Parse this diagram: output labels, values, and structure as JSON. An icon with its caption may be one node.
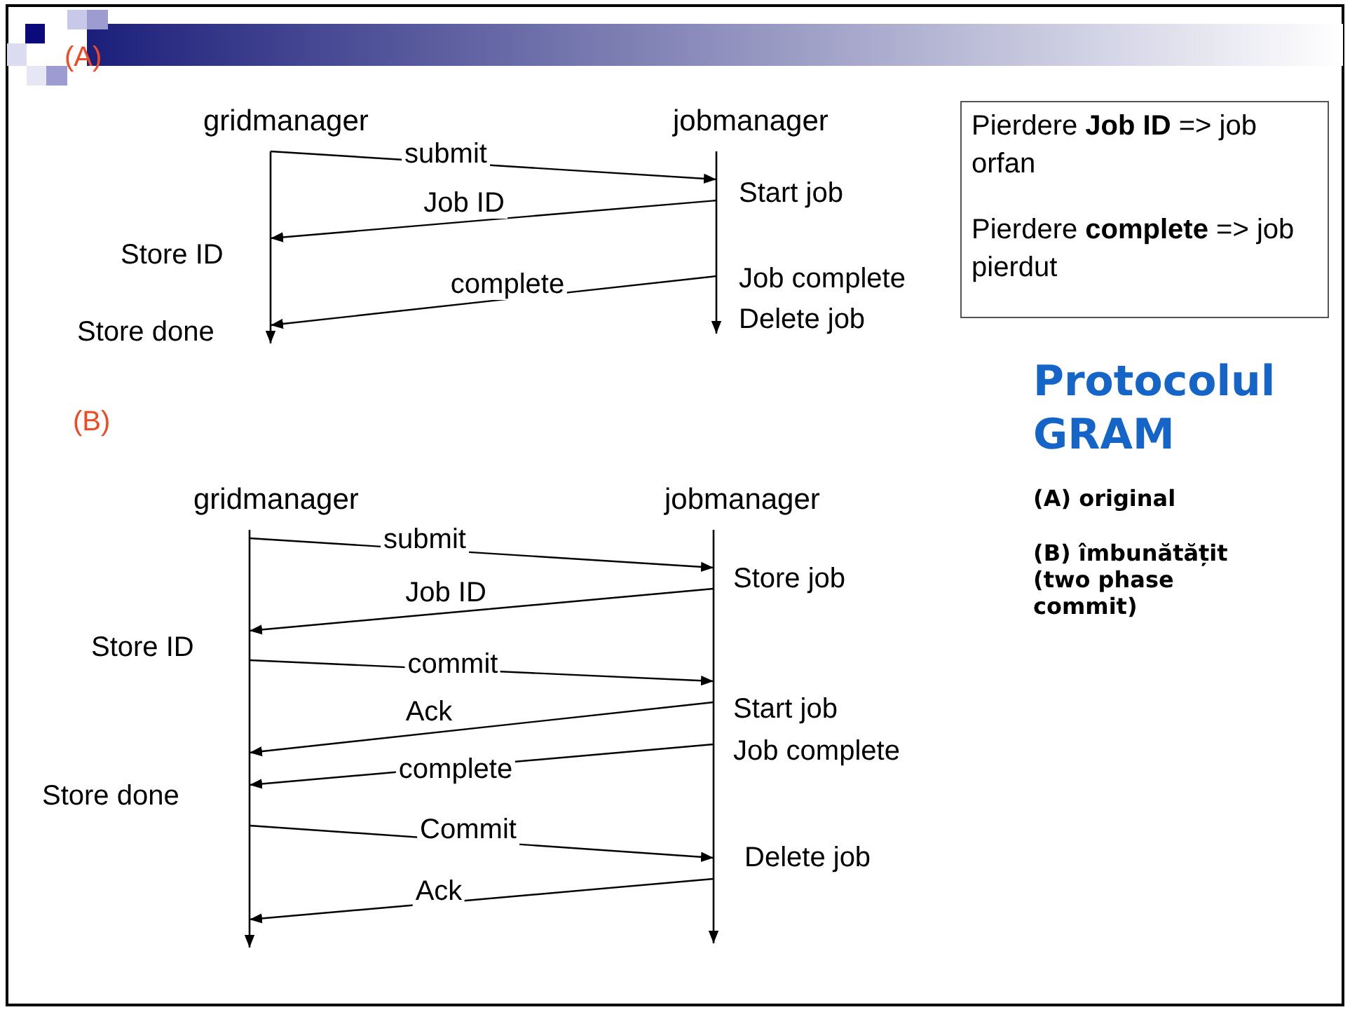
{
  "diagram": {
    "title": "Protocolul GRAM",
    "nodes": [
      {
        "text": [
          "gridmanager"
        ]
      },
      {
        "text": [
          "jobmanager"
        ]
      },
      {
        "text": [
          "Pierdere **Job ID** => job orfan",
          "Pierdere **complete** => job pierdut"
        ]
      },
      {
        "text": [
          "gridmanager"
        ]
      },
      {
        "text": [
          "jobmanager"
        ]
      }
    ],
    "edges": [
      {
        "from": 0,
        "to": 1,
        "arrow": "to",
        "label": "submit"
      },
      {
        "from": 1,
        "to": 0,
        "arrow": "to",
        "label": "Job ID"
      },
      {
        "from": 1,
        "to": 0,
        "arrow": "to",
        "label": "complete"
      },
      {
        "from": 3,
        "to": 4,
        "arrow": "to",
        "label": "submit"
      },
      {
        "from": 4,
        "to": 3,
        "arrow": "to",
        "label": "Job ID"
      },
      {
        "from": 3,
        "to": 4,
        "arrow": "to",
        "label": "commit"
      },
      {
        "from": 4,
        "to": 3,
        "arrow": "to",
        "label": "Ack"
      },
      {
        "from": 4,
        "to": 3,
        "arrow": "to",
        "label": "complete"
      },
      {
        "from": 3,
        "to": 4,
        "arrow": "to",
        "label": "Commit"
      },
      {
        "from": 4,
        "to": 3,
        "arrow": "to",
        "label": "Ack"
      }
    ],
    "labels": [
      "(A)",
      "Store ID",
      "Store done",
      "Start job",
      "Job complete",
      "Delete job",
      "(B)",
      "Store ID",
      "Store job",
      "Start job",
      "Job complete",
      "Store done",
      "Delete job",
      "(A) original",
      "(B) îmbunătățit (two phase commit)"
    ]
  }
}
